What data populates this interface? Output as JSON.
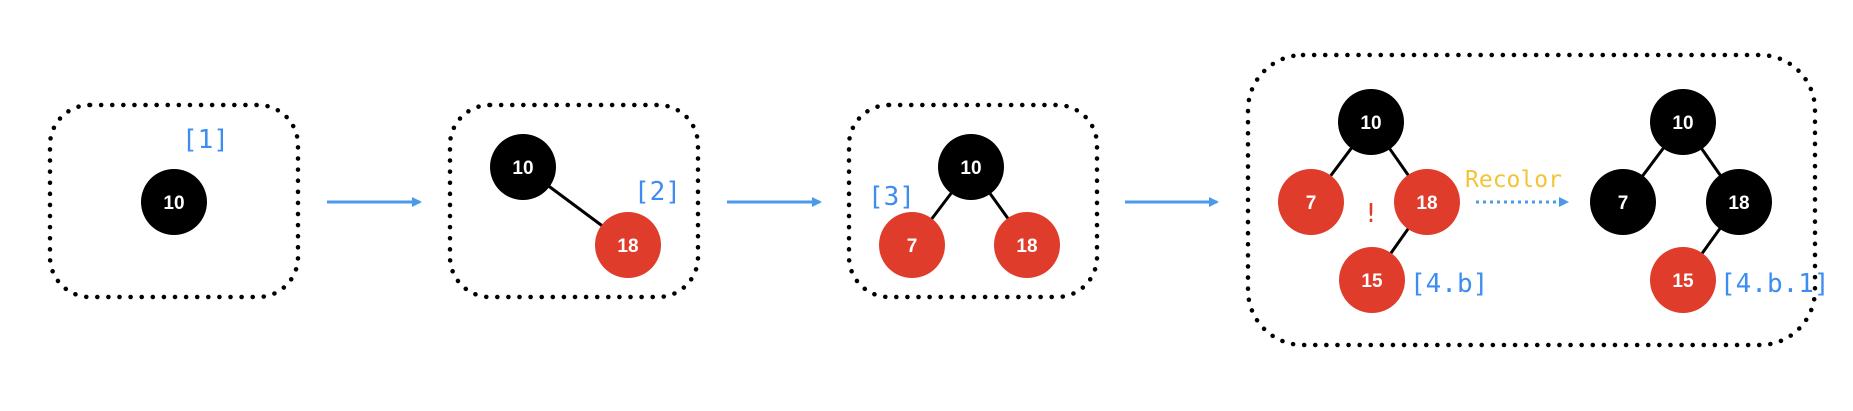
{
  "colors": {
    "black_node": "#000000",
    "red_node": "#e03c2c",
    "arrow": "#4a9ae8",
    "annotation": "#3d8df0",
    "recolor": "#f3c437"
  },
  "steps": [
    {
      "annotation": "[1]",
      "nodes": [
        {
          "label": "10",
          "color": "black"
        }
      ]
    },
    {
      "annotation": "[2]",
      "nodes": [
        {
          "label": "10",
          "color": "black"
        },
        {
          "label": "18",
          "color": "red"
        }
      ]
    },
    {
      "annotation": "[3]",
      "nodes": [
        {
          "label": "10",
          "color": "black"
        },
        {
          "label": "7",
          "color": "red"
        },
        {
          "label": "18",
          "color": "red"
        }
      ]
    },
    {
      "before": {
        "annotation": "[4.b]",
        "warning": "!",
        "nodes": [
          {
            "label": "10",
            "color": "black"
          },
          {
            "label": "7",
            "color": "red"
          },
          {
            "label": "18",
            "color": "red"
          },
          {
            "label": "15",
            "color": "red"
          }
        ]
      },
      "transition": "Recolor",
      "after": {
        "annotation": "[4.b.1]",
        "nodes": [
          {
            "label": "10",
            "color": "black"
          },
          {
            "label": "7",
            "color": "black"
          },
          {
            "label": "18",
            "color": "black"
          },
          {
            "label": "15",
            "color": "red"
          }
        ]
      }
    }
  ]
}
